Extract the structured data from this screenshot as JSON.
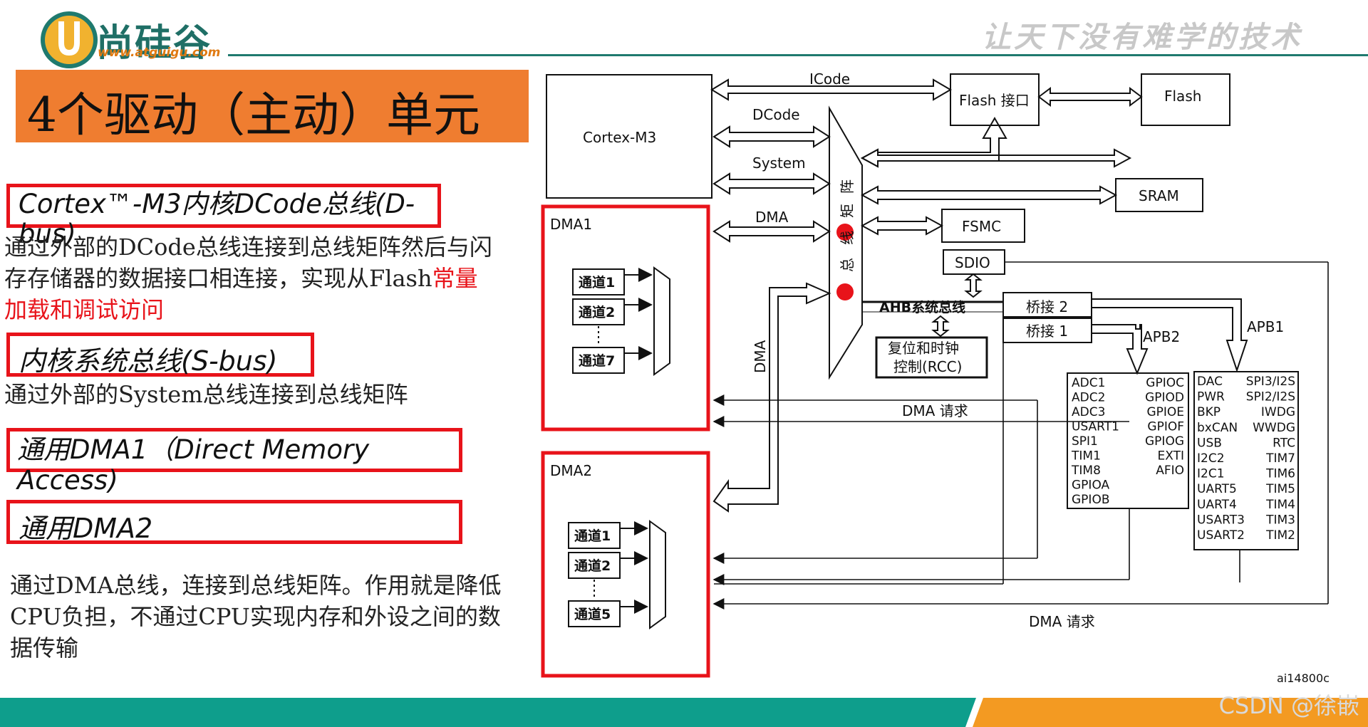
{
  "header": {
    "brand_name": "尚硅谷",
    "brand_url": "www.atguigu.com",
    "slogan": "让天下没有难学的技术"
  },
  "title": "4个驱动（主动）单元",
  "sections": [
    {
      "label": "Cortex™-M3内核DCode总线(D-bus)",
      "desc_lines": [
        "通过外部的DCode总线连接到总线矩阵然后与闪",
        "存存储器的数据接口相连接，实现从Flash"
      ],
      "highlight_inline": "常量",
      "highlight_line": "加载和调试访问"
    },
    {
      "label": "内核系统总线(S-bus)",
      "desc_lines": [
        "通过外部的System总线连接到总线矩阵"
      ]
    },
    {
      "label": "通用DMA1（Direct Memory Access)"
    },
    {
      "label": "通用DMA2",
      "desc_lines": [
        "通过DMA总线，连接到总线矩阵。作用就是降低",
        "CPU负担，不通过CPU实现内存和外设之间的数",
        "据传输"
      ]
    }
  ],
  "diagram": {
    "cortex": "Cortex-M3",
    "icode": "ICode",
    "dcode": "DCode",
    "system": "System",
    "dma_bus": "DMA",
    "dma_vertical": "DMA",
    "flash_if": "Flash 接口",
    "flash": "Flash",
    "sram": "SRAM",
    "fsmc": "FSMC",
    "sdio": "SDIO",
    "matrix_chars": [
      "总",
      "线",
      "矩",
      "阵"
    ],
    "ahb": "AHB系统总线",
    "bridge2": "桥接 2",
    "bridge1": "桥接 1",
    "rcc_line1": "复位和时钟",
    "rcc_line2": "控制(RCC)",
    "apb2": "APB2",
    "apb1": "APB1",
    "dma1": {
      "name": "DMA1",
      "channels": [
        "通道1",
        "通道2",
        "通道7"
      ]
    },
    "dma2": {
      "name": "DMA2",
      "channels": [
        "通道1",
        "通道2",
        "通道5"
      ]
    },
    "dma_request": "DMA 请求",
    "apb2_left": [
      "ADC1",
      "ADC2",
      "ADC3",
      "USART1",
      "SPI1",
      "TIM1",
      "TIM8",
      "GPIOA",
      "GPIOB"
    ],
    "apb2_right": [
      "GPIOC",
      "GPIOD",
      "GPIOE",
      "GPIOF",
      "GPIOG",
      "EXTI",
      "AFIO"
    ],
    "apb1_left": [
      "DAC",
      "PWR",
      "BKP",
      "bxCAN",
      "USB",
      "I2C2",
      "I2C1",
      "UART5",
      "UART4",
      "USART3",
      "USART2"
    ],
    "apb1_right": [
      "SPI3/I2S",
      "SPI2/I2S",
      "IWDG",
      "WWDG",
      "RTC",
      "TIM7",
      "TIM6",
      "TIM5",
      "TIM4",
      "TIM3",
      "TIM2"
    ],
    "code": "ai14800c"
  },
  "footer": {
    "watermark": "CSDN @徐嵌"
  },
  "colors": {
    "accent_orange": "#ef7d30",
    "brand_teal": "#1f7a6e",
    "box_red": "#e8131a",
    "footer_teal": "#0e9e8c",
    "footer_orange": "#f39a22"
  }
}
